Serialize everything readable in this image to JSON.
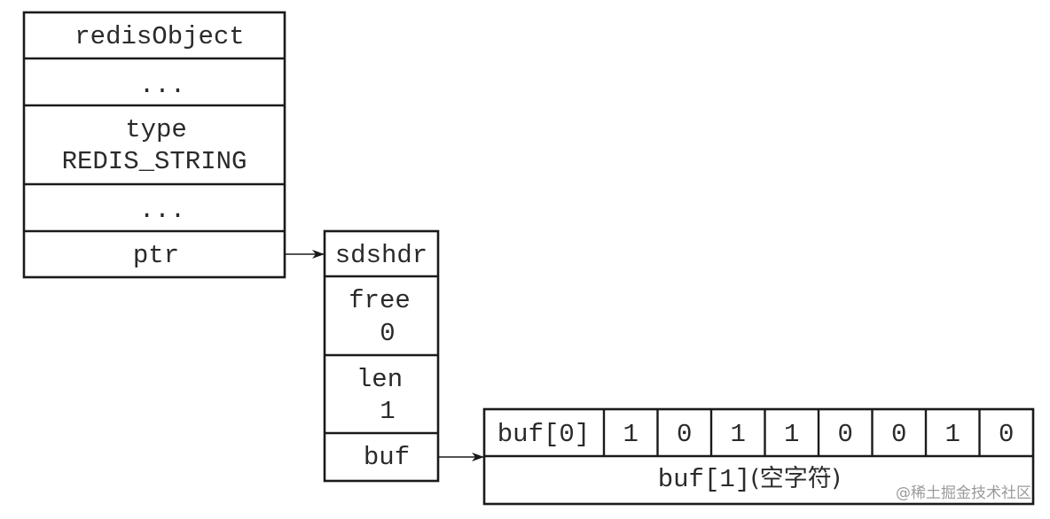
{
  "redis_object": {
    "title": "redisObject",
    "rows": [
      {
        "lines": [
          "..."
        ]
      },
      {
        "lines": [
          "type",
          "REDIS_STRING"
        ]
      },
      {
        "lines": [
          "..."
        ]
      },
      {
        "lines": [
          "ptr"
        ]
      }
    ]
  },
  "sdshdr": {
    "title": "sdshdr",
    "fields": [
      {
        "name": "free",
        "value": "0"
      },
      {
        "name": "len",
        "value": "1"
      },
      {
        "name": "buf",
        "value": ""
      }
    ]
  },
  "buffer": {
    "first_label": "buf[0]",
    "bits": [
      "1",
      "0",
      "1",
      "1",
      "0",
      "0",
      "1",
      "0"
    ],
    "second_label_prefix": "buf[1]",
    "second_label_note": "(空字符)"
  },
  "arrows": [
    {
      "from": "redisObject.ptr",
      "to": "sdshdr"
    },
    {
      "from": "sdshdr.buf",
      "to": "buf"
    }
  ],
  "watermark": "@稀土掘金技术社区"
}
